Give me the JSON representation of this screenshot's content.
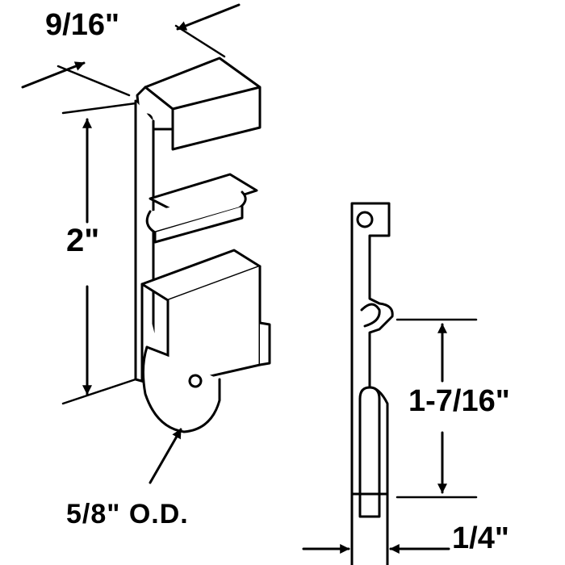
{
  "dimensions": {
    "width": "9/16\"",
    "height": "2\"",
    "wheel_diameter": "5/8\" O.D.",
    "wheel_spacing": "1-7/16\"",
    "thickness": "1/4\""
  },
  "colors": {
    "line": "#000000",
    "background": "#ffffff"
  }
}
